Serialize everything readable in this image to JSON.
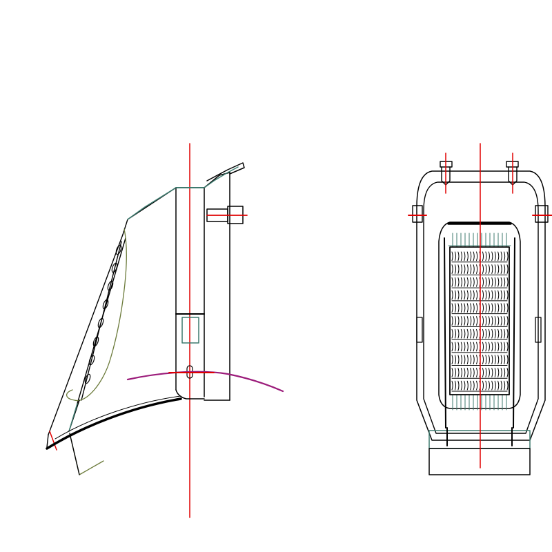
{
  "drawing": {
    "views": [
      {
        "id": "side-view"
      },
      {
        "id": "front-view"
      }
    ],
    "colors": {
      "outline": "#000000",
      "centerline": "#e00000",
      "arc": "#9b1b7a",
      "accent": "#3d7a6e",
      "secondary": "#6b7a3a",
      "background": "#ffffff"
    },
    "pattern": {
      "grille_rows": 11,
      "grille_cols": 9
    }
  }
}
